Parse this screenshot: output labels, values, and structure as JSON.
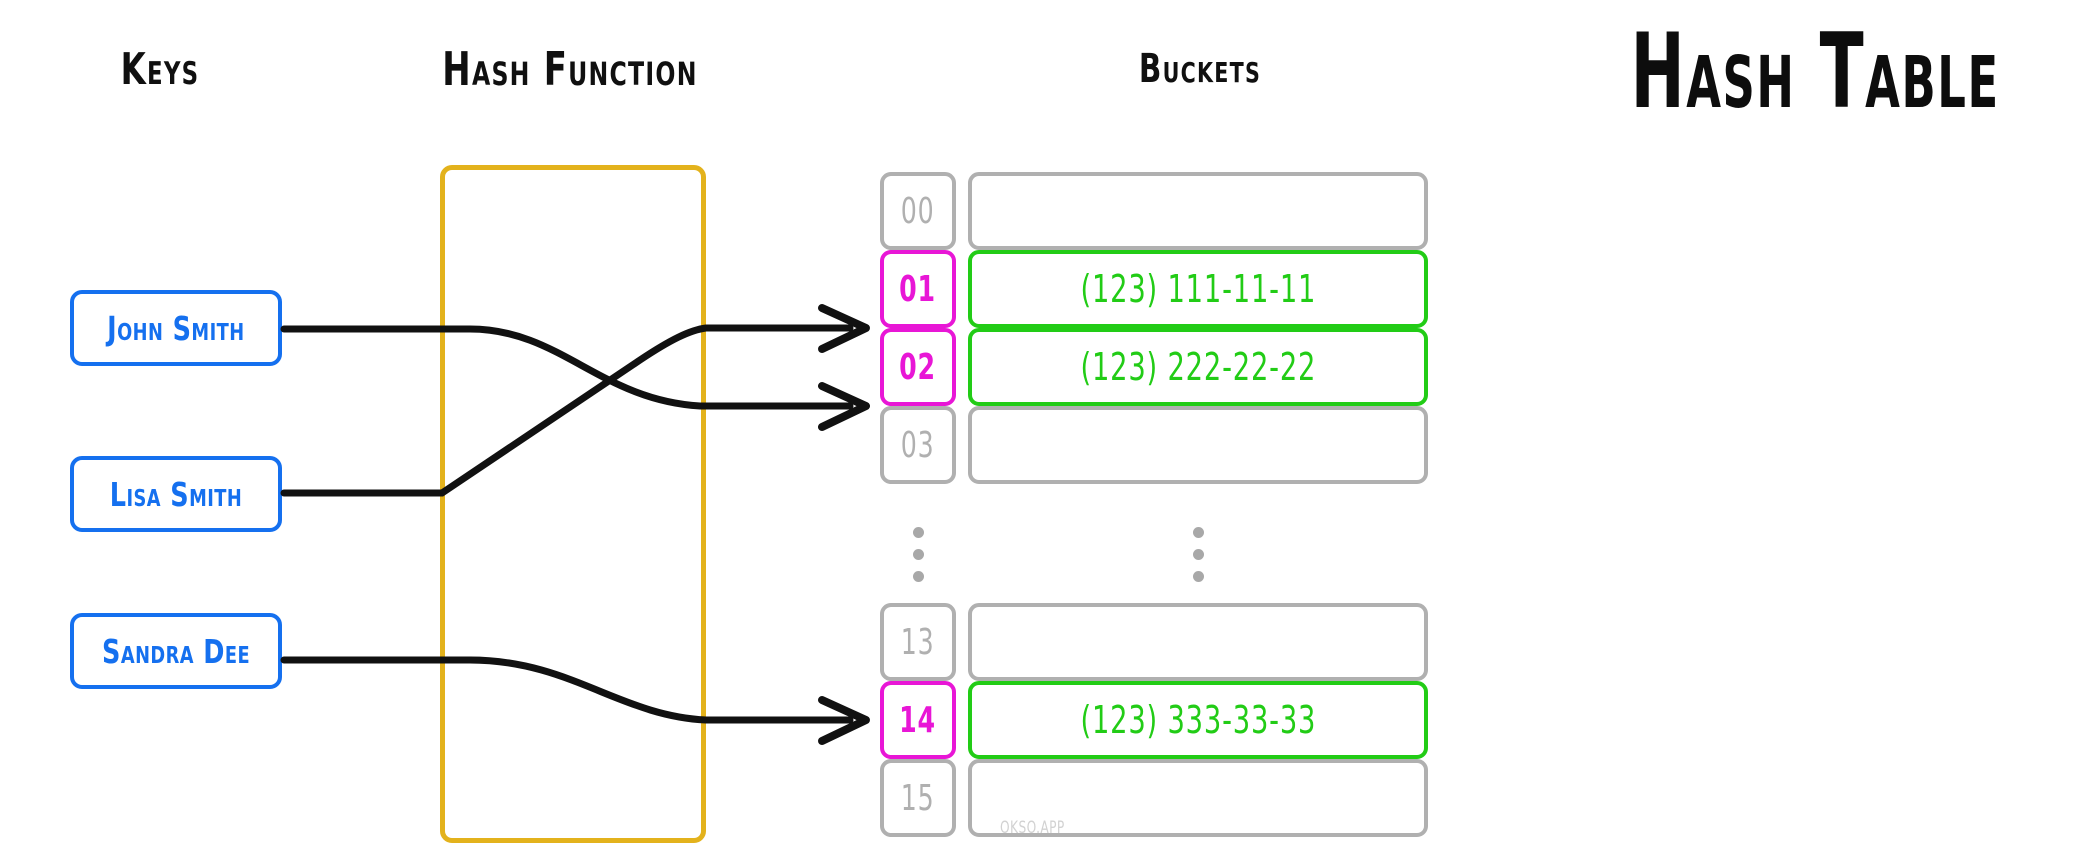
{
  "title": "Hash Table",
  "headings": {
    "keys": "Keys",
    "hash_function": "Hash Function",
    "buckets": "Buckets"
  },
  "colors": {
    "key_border": "#1570ef",
    "key_text": "#1570ef",
    "hash_box_border": "#e3b21c",
    "bucket_idle": "#b0b0b0",
    "bucket_highlight": "#e816d6",
    "value_filled": "#22cc16",
    "connector": "#111111",
    "watermark": "#d2d2d2"
  },
  "keys": [
    {
      "label": "John Smith"
    },
    {
      "label": "Lisa Smith"
    },
    {
      "label": "Sandra Dee"
    }
  ],
  "buckets": {
    "upper": [
      {
        "index": "00",
        "value": "",
        "highlight": false
      },
      {
        "index": "01",
        "value": "(123) 111-11-11",
        "highlight": true
      },
      {
        "index": "02",
        "value": "(123) 222-22-22",
        "highlight": true
      },
      {
        "index": "03",
        "value": "",
        "highlight": false
      }
    ],
    "lower": [
      {
        "index": "13",
        "value": "",
        "highlight": false
      },
      {
        "index": "14",
        "value": "(123) 333-33-33",
        "highlight": true
      },
      {
        "index": "15",
        "value": "",
        "highlight": false
      }
    ],
    "ellipsis": "⋮"
  },
  "mappings": [
    {
      "key": "John Smith",
      "bucket": "02"
    },
    {
      "key": "Lisa Smith",
      "bucket": "01"
    },
    {
      "key": "Sandra Dee",
      "bucket": "14"
    }
  ],
  "watermark": "OKSO.APP"
}
